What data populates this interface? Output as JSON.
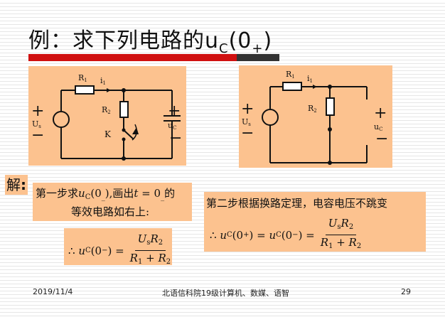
{
  "title": {
    "main": "例：求下列电路的u",
    "sub1": "C",
    "paren_open": "(0",
    "sub2": "+",
    "paren_close": ")"
  },
  "circuit1": {
    "r1": "R",
    "r1_sub": "1",
    "i1": "i",
    "i1_sub": "1",
    "r2": "R",
    "r2_sub": "2",
    "us": "U",
    "us_sub": "s",
    "uc": "u",
    "uc_sub": "C",
    "switch": "K",
    "plus": "+",
    "minus": "−"
  },
  "circuit2": {
    "r1": "R",
    "r1_sub": "1",
    "i1": "i",
    "i1_sub": "1",
    "r2": "R",
    "r2_sub": "2",
    "us": "U",
    "us_sub": "s",
    "uc": "u",
    "uc_sub": "C",
    "plus": "+",
    "minus": "−"
  },
  "solution_label": {
    "text": "解",
    "colon": ":"
  },
  "step1": {
    "line1_a": "第一步求",
    "line1_u": "u",
    "line1_sub": "C",
    "line1_b": "(0",
    "line1_sub2": "_",
    "line1_c": "),画出",
    "line1_t": "t",
    "line1_d": " = 0",
    "line1_sub3": "_",
    "line1_e": "的",
    "line2": "等效电路如右上:"
  },
  "step2": {
    "line1": "第二步根据换路定理，电容电压不跳变",
    "eq_therefore": "∴",
    "eq_lhs_u": "u",
    "eq_lhs_sub": "C",
    "eq_lhs_arg": "(0",
    "eq_lhs_sub2": "+",
    "eq_lhs_close": ") =",
    "eq_mid_u": "u",
    "eq_mid_sub": "C",
    "eq_mid_arg": "(0",
    "eq_mid_sub2": "−",
    "eq_mid_close": ") =",
    "num_u": "U",
    "num_u_sub": "s",
    "num_r": "R",
    "num_r_sub": "2",
    "den_r1": "R",
    "den_r1_sub": "1",
    "den_plus": " + ",
    "den_r2": "R",
    "den_r2_sub": "2"
  },
  "step3": {
    "eq_therefore": "∴",
    "eq_lhs_u": "u",
    "eq_lhs_sub": "C",
    "eq_lhs_arg": "(0",
    "eq_lhs_sub2": "−",
    "eq_lhs_close": ") =",
    "num_u": "U",
    "num_u_sub": "s",
    "num_r": "R",
    "num_r_sub": "2",
    "den_r1": "R",
    "den_r1_sub": "1",
    "den_plus": " + ",
    "den_r2": "R",
    "den_r2_sub": "2"
  },
  "footer": {
    "date": "2019/11/4",
    "org": "北语信科院19级计算机、数媒、语智",
    "page": "29"
  },
  "colors": {
    "panel": "#fcc28f",
    "title_bar": "#d01010",
    "title_bar_end": "#333333"
  }
}
